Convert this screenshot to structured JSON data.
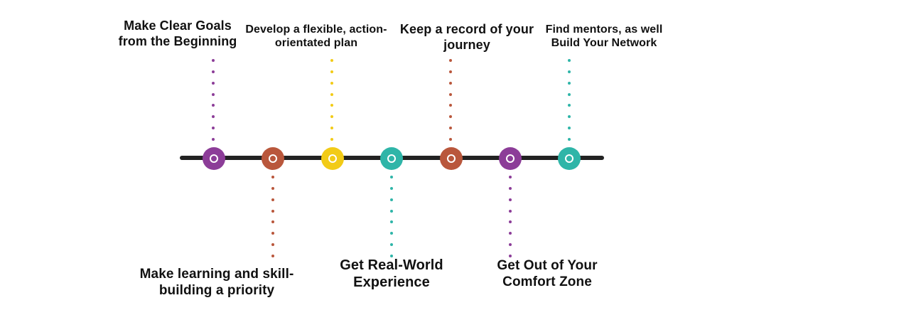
{
  "diagram": {
    "colors": {
      "line": "#222222",
      "purple": "#8C3D98",
      "orange": "#B9573C",
      "yellow": "#F2CB17",
      "teal": "#2FB5A8"
    },
    "nodes": [
      {
        "name": "node-1",
        "color": "#8C3D98"
      },
      {
        "name": "node-2",
        "color": "#B9573C"
      },
      {
        "name": "node-3",
        "color": "#F2CB17"
      },
      {
        "name": "node-4",
        "color": "#2FB5A8"
      },
      {
        "name": "node-5",
        "color": "#B9573C"
      },
      {
        "name": "node-6",
        "color": "#8C3D98"
      },
      {
        "name": "node-7",
        "color": "#2FB5A8"
      }
    ],
    "labels": {
      "top_1": {
        "line1": "Make Clear Goals",
        "line2": "from the Beginning"
      },
      "top_2": {
        "line1": "Develop a flexible, action-",
        "line2": "orientated plan"
      },
      "top_3": {
        "line1": "Keep a record of your",
        "line2": "journey"
      },
      "top_4": {
        "line1": "Find mentors, as well",
        "line2": "Build Your Network"
      },
      "bottom_1": {
        "line1": "Make learning and skill-",
        "line2": "building a priority"
      },
      "bottom_2": {
        "line1": "Get Real-World",
        "line2": "Experience"
      },
      "bottom_3": {
        "line1": "Get Out of Your",
        "line2": "Comfort Zone"
      }
    }
  }
}
